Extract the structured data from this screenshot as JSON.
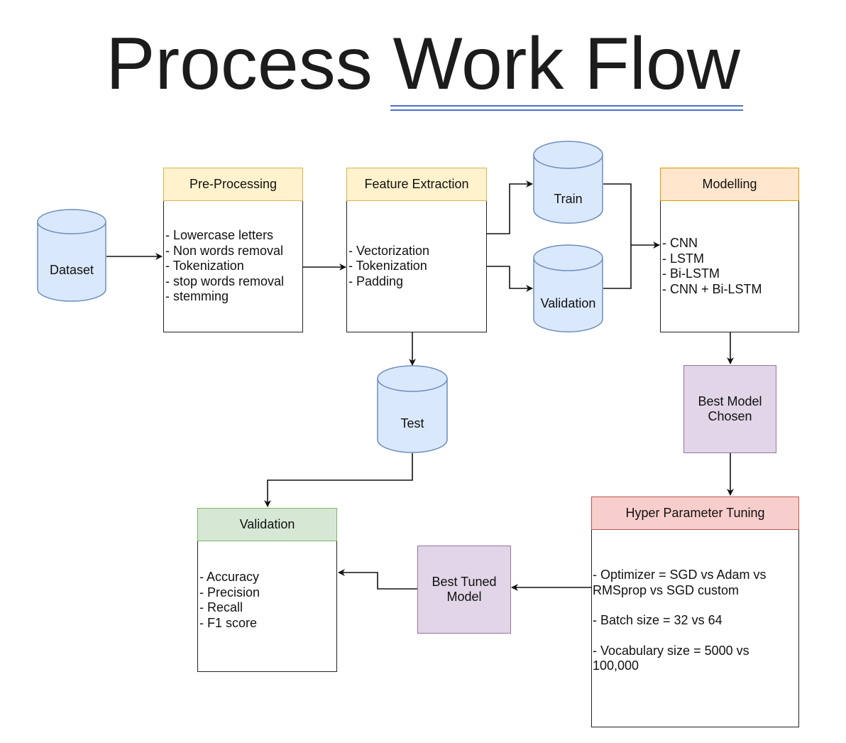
{
  "title": {
    "part1": "Process",
    "part2": "Work Flow"
  },
  "colors": {
    "yellow_fill": "#fff2cc",
    "yellow_stroke": "#d6b656",
    "orange_fill": "#ffe6cc",
    "orange_stroke": "#d79b00",
    "red_fill": "#f8cecc",
    "red_stroke": "#b85450",
    "green_fill": "#d5e8d4",
    "green_stroke": "#82b366",
    "purple_fill": "#e1d5e7",
    "purple_stroke": "#9673a6",
    "cylinder_fill": "#dae8fc",
    "cylinder_stroke": "#6c8ebf"
  },
  "cylinders": {
    "dataset": "Dataset",
    "train": "Train",
    "validation": "Validation",
    "test": "Test"
  },
  "preprocessing": {
    "header": "Pre-Processing",
    "items": [
      "- Lowercase letters",
      "- Non words removal",
      "- Tokenization",
      "- stop words removal",
      "- stemming"
    ]
  },
  "feature_extraction": {
    "header": "Feature Extraction",
    "items": [
      "- Vectorization",
      "- Tokenization",
      "- Padding"
    ]
  },
  "modelling": {
    "header": "Modelling",
    "items": [
      "- CNN",
      "- LSTM",
      "- Bi-LSTM",
      "- CNN + Bi-LSTM"
    ]
  },
  "best_model": {
    "line1": "Best Model",
    "line2": "Chosen"
  },
  "tuning": {
    "header": "Hyper Parameter Tuning",
    "optimizer_1": "- Optimizer = SGD vs Adam vs",
    "optimizer_2": "RMSprop vs SGD custom",
    "batch": "- Batch size = 32 vs 64",
    "vocab_1": "- Vocabulary size = 5000 vs",
    "vocab_2": "100,000"
  },
  "best_tuned": {
    "line1": "Best Tuned",
    "line2": "Model"
  },
  "validation_box": {
    "header": "Validation",
    "items": [
      "- Accuracy",
      "- Precision",
      "- Recall",
      "- F1 score"
    ]
  }
}
